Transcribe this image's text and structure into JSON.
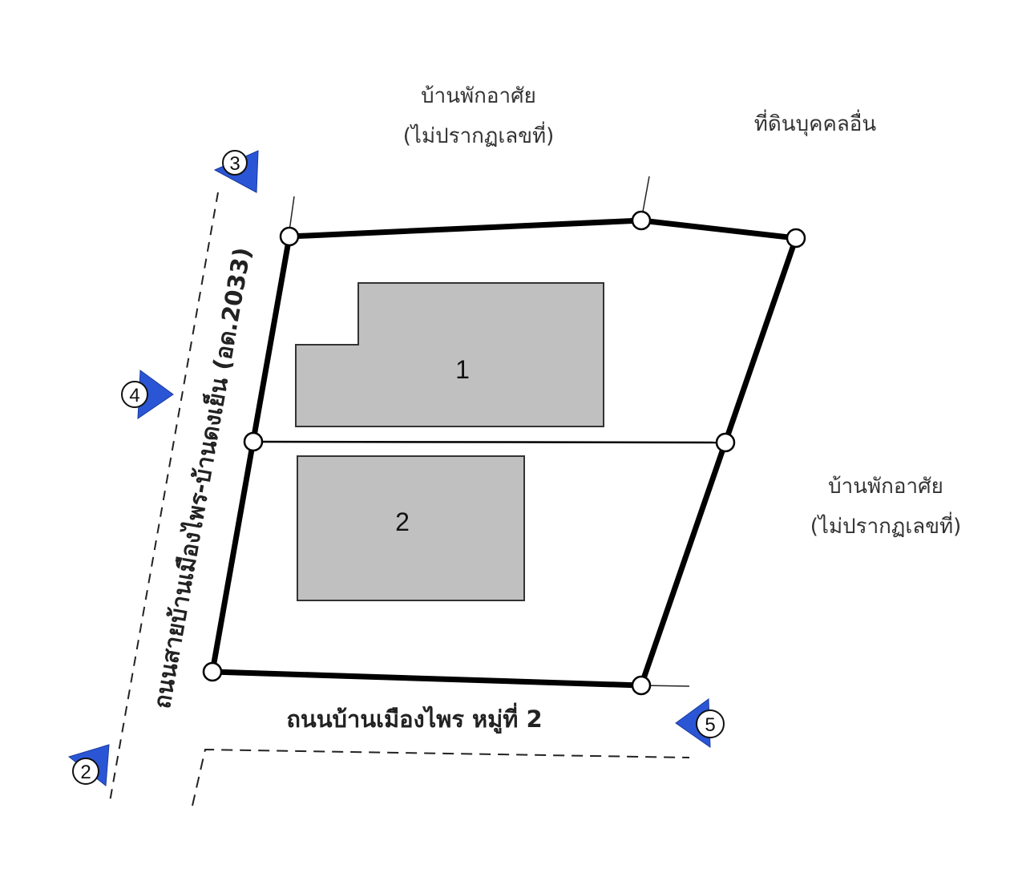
{
  "labels": {
    "north_neighbor_line1": "บ้านพักอาศัย",
    "north_neighbor_line2": "(ไม่ปรากฏเลขที่)",
    "northeast_neighbor": "ที่ดินบุคคลอื่น",
    "east_neighbor_line1": "บ้านพักอาศัย",
    "east_neighbor_line2": "(ไม่ปรากฏเลขที่)",
    "west_road": "ถนนสายบ้านเมืองไพร-บ้านดงเย็น (อด.2033)",
    "south_road": "ถนนบ้านเมืองไพร หมู่ที่ 2"
  },
  "buildings": [
    {
      "number": "1"
    },
    {
      "number": "2"
    }
  ],
  "markers": [
    {
      "number": "2"
    },
    {
      "number": "3"
    },
    {
      "number": "4"
    },
    {
      "number": "5"
    }
  ],
  "colors": {
    "marker": "#2a56d6",
    "building": "#c0c0c0",
    "boundary": "#000000"
  }
}
